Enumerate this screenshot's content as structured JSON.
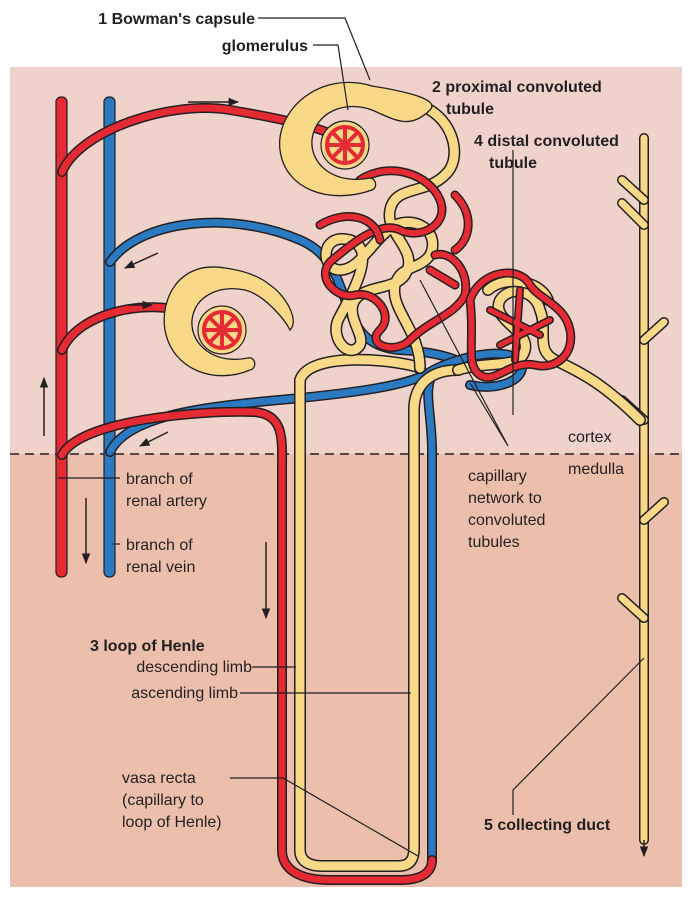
{
  "colors": {
    "cortex_bg": "#efd3cb",
    "medulla_bg": "#ecbfad",
    "artery": "#e52a34",
    "vein": "#2a79c1",
    "tubule": "#f9d888",
    "outline": "#231f20"
  },
  "labels": {
    "bowmans_capsule": "1 Bowman's capsule",
    "glomerulus": "glomerulus",
    "proximal_1": "2 proximal convoluted",
    "proximal_2": "tubule",
    "distal_1": "4 distal convoluted",
    "distal_2": "tubule",
    "cortex": "cortex",
    "medulla": "medulla",
    "renal_artery_1": "branch of",
    "renal_artery_2": "renal artery",
    "renal_vein_1": "branch of",
    "renal_vein_2": "renal vein",
    "capillary_1": "capillary",
    "capillary_2": "network to",
    "capillary_3": "convoluted",
    "capillary_4": "tubules",
    "loop_of_henle": "3 loop of Henle",
    "descending_limb": "descending limb",
    "ascending_limb": "ascending limb",
    "vasa_recta_1": "vasa recta",
    "vasa_recta_2": "(capillary to",
    "vasa_recta_3": "loop of Henle)",
    "collecting_duct": "5 collecting duct"
  }
}
